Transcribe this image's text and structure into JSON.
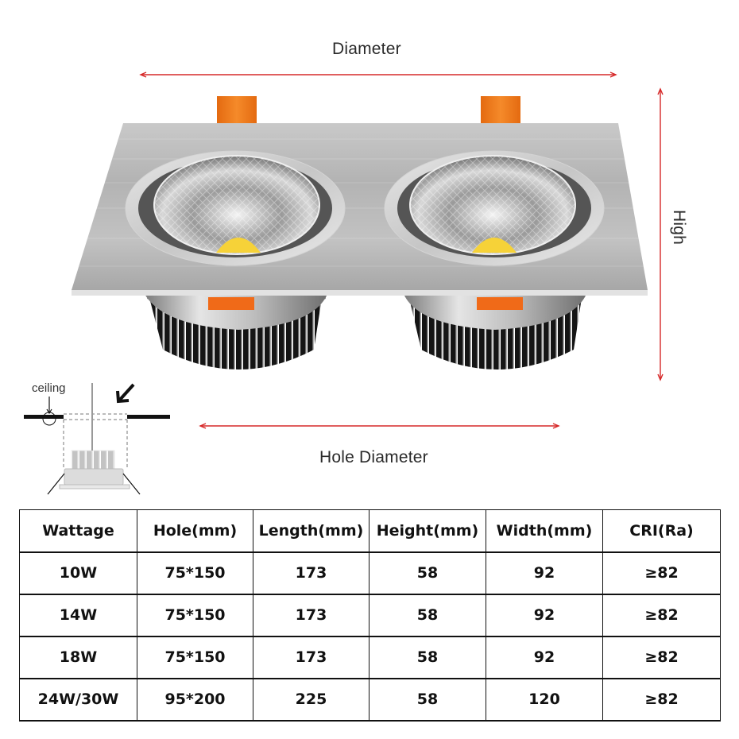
{
  "dimensions": {
    "diameter_label": "Diameter",
    "hole_diameter_label": "Hole Diameter",
    "height_label": "High",
    "arrow_color": "#d62828"
  },
  "installation_diagram": {
    "ceiling_label": "ceiling"
  },
  "product": {
    "type": "double-head COB LED recessed downlight",
    "panel_color": "#b9b9b9",
    "clip_color": "#f07a1c",
    "cob_color": "#f6d238",
    "heatsink_color": "#1a1a1a"
  },
  "spec_table": {
    "headers": [
      "Wattage",
      "Hole(mm)",
      "Length(mm)",
      "Height(mm)",
      "Width(mm)",
      "CRI(Ra)"
    ],
    "rows": [
      [
        "10W",
        "75*150",
        "173",
        "58",
        "92",
        "≥82"
      ],
      [
        "14W",
        "75*150",
        "173",
        "58",
        "92",
        "≥82"
      ],
      [
        "18W",
        "75*150",
        "173",
        "58",
        "92",
        "≥82"
      ],
      [
        "24W/30W",
        "95*200",
        "225",
        "58",
        "120",
        "≥82"
      ]
    ]
  }
}
